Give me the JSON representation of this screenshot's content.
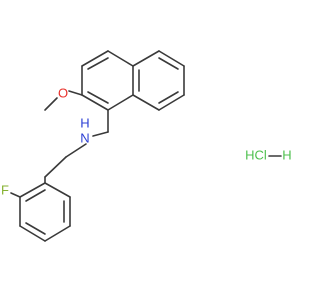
{
  "molecule": {
    "atoms": {
      "oxygen": "O",
      "nitrogen_h": "H",
      "nitrogen": "N",
      "fluorine": "F",
      "chloride": "HCl"
    },
    "colors": {
      "bond": "#3a3a3a",
      "oxygen": "#e8302a",
      "nitrogen": "#2c3fd4",
      "fluorine": "#86b232",
      "chloride": "#4ec04e"
    }
  }
}
